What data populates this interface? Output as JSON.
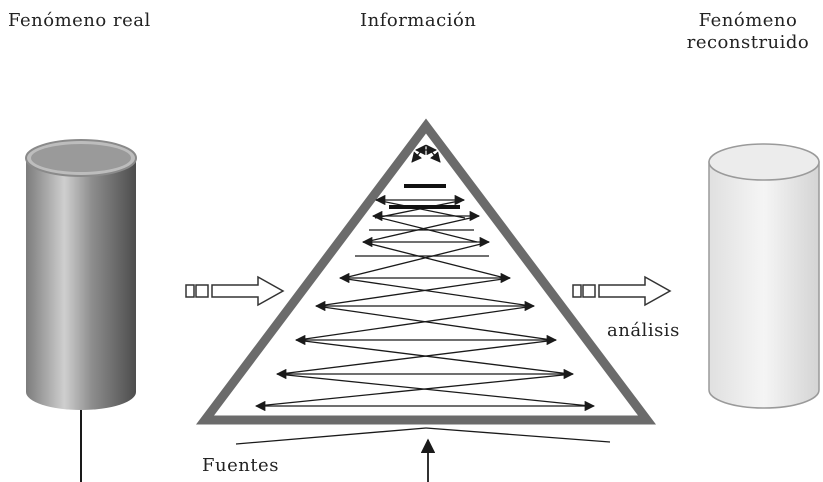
{
  "labels": {
    "real": "Fenómeno real",
    "info": "Información",
    "recon_1": "Fenómeno",
    "recon_2": "reconstruido",
    "analysis": "análisis",
    "sources": "Fuentes"
  },
  "colors": {
    "triangle_border": "#6b6b6b",
    "arrow": "#1a1a1a",
    "cylinder_dark": "#5a5a5a",
    "cylinder_light": "#d9d9d9"
  }
}
